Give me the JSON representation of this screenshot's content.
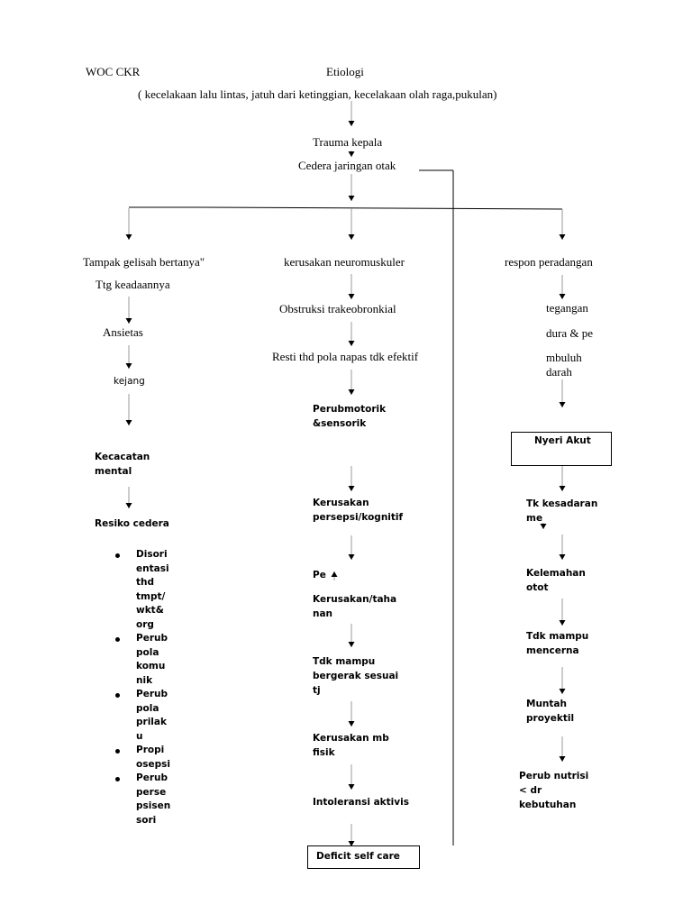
{
  "header": {
    "title": "WOC CKR",
    "etiologi": "Etiologi",
    "causes": "( kecelakaan lalu lintas, jatuh dari ketinggian, kecelakaan olah raga,pukulan)"
  },
  "top": {
    "trauma": "Trauma kepala",
    "cedera": "Cedera jaringan otak"
  },
  "left": {
    "tampak": "Tampak gelisah bertanya\"",
    "ttg": "Ttg keadaannya",
    "ansietas": "Ansietas",
    "kejang": "kejang",
    "kecacatan": [
      "Kecacatan",
      "mental"
    ],
    "resiko": "Resiko cedera",
    "bullets": [
      [
        "Disori",
        "entasi",
        "thd",
        "tmpt/",
        "wkt&",
        "org"
      ],
      [
        "Perub",
        "pola",
        "komu",
        "nik"
      ],
      [
        "Perub",
        "pola",
        "prilak",
        "u"
      ],
      [
        "Propi",
        "osepsi"
      ],
      [
        "Perub",
        "perse",
        "psisen",
        "sori"
      ]
    ]
  },
  "middle": {
    "kerusakan": "kerusakan neuromuskuler",
    "obstruksi": "Obstruksi trakeobronkial",
    "resti": "Resti thd pola napas tdk efektif",
    "perubmotorik": [
      "Perubmotorik",
      "&sensorik"
    ],
    "persepsi": [
      "Kerusakan",
      "persepsi/kognitif"
    ],
    "pe": "Pe",
    "tahanan": [
      "Kerusakan/taha",
      "nan"
    ],
    "tdk_mampu": [
      "Tdk mampu",
      "bergerak sesuai",
      "tj"
    ],
    "mb_fisik": [
      "Kerusakan mb",
      "fisik"
    ],
    "intoleransi": "Intoleransi  aktivis",
    "deficit": "Deficit self care"
  },
  "right": {
    "respon": "respon peradangan",
    "tegangan": "tegangan",
    "dura": "dura & pe",
    "mbuluh": [
      "mbuluh",
      "darah"
    ],
    "nyeri": "Nyeri Akut",
    "kesadaran": [
      "Tk  kesadaran",
      "me"
    ],
    "kelemahan": [
      "Kelemahan",
      "otot"
    ],
    "mencerna": [
      "Tdk mampu",
      "mencerna"
    ],
    "muntah": [
      "Muntah",
      "proyektil"
    ],
    "nutrisi": [
      "Perub nutrisi",
      "< dr",
      "kebutuhan"
    ]
  },
  "colors": {
    "line": "#000000",
    "arrow_stem": "#999999"
  }
}
